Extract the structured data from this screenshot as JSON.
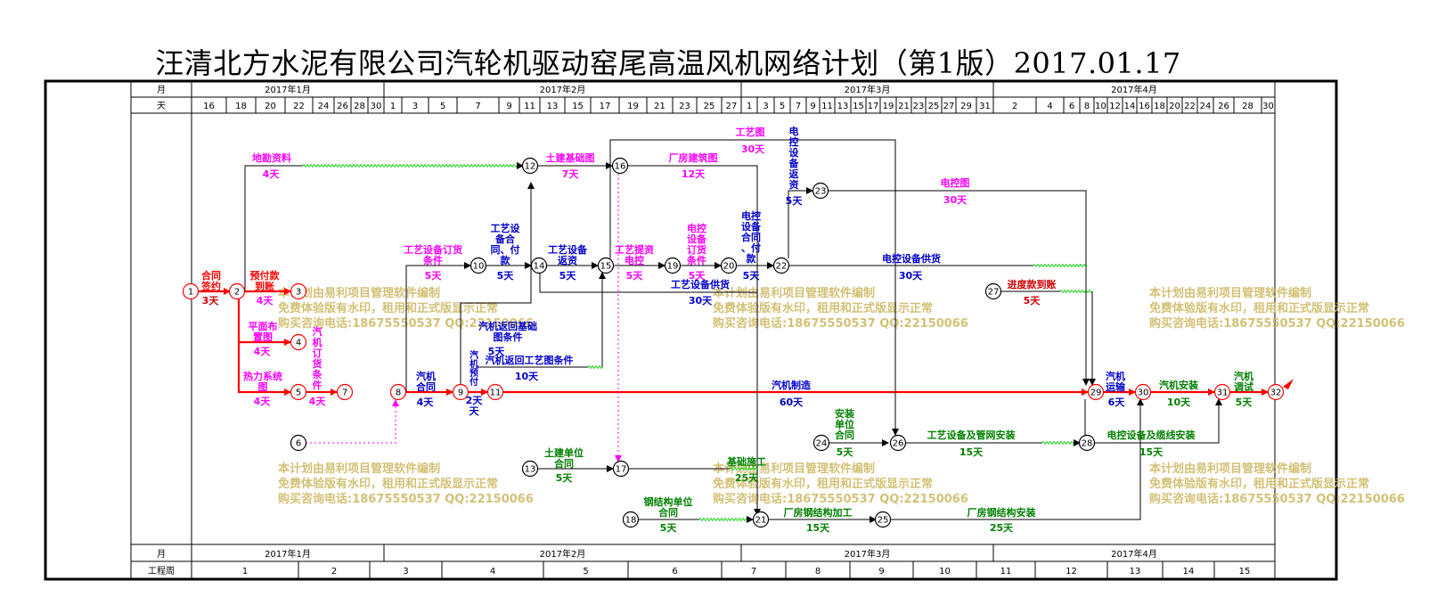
{
  "title": "汪清北方水泥有限公司汽轮机驱动窑尾高温风机网络计划（第1版）2017.01.17",
  "colors": {
    "critical": "#ff0000",
    "blue": "#0000cc",
    "magenta": "#ff00ff",
    "green": "#008000",
    "wavy": "#00cc00",
    "darkred": "#cc0000",
    "watermark": "#cbb65e"
  },
  "header": {
    "month_label": "月",
    "day_label": "天",
    "months": [
      "2017年1月",
      "2017年2月",
      "2017年3月",
      "2017年4月"
    ],
    "days": [
      "16",
      "18",
      "20",
      "22",
      "24",
      "26",
      "28",
      "30",
      "1",
      "3",
      "5",
      "7",
      "9",
      "11",
      "13",
      "15",
      "17",
      "19",
      "21",
      "23",
      "25",
      "27",
      "1",
      "3",
      "5",
      "7",
      "9",
      "11",
      "13",
      "15",
      "17",
      "19",
      "21",
      "23",
      "25",
      "27",
      "29",
      "31",
      "2",
      "4",
      "6",
      "8",
      "10",
      "12",
      "14",
      "16",
      "18",
      "20",
      "22",
      "24",
      "26",
      "28",
      "30"
    ]
  },
  "footer": {
    "month_label": "月",
    "week_label": "工程周",
    "weeks": [
      "1",
      "2",
      "3",
      "4",
      "5",
      "6",
      "7",
      "8",
      "9",
      "10",
      "11",
      "12",
      "13",
      "14",
      "15"
    ]
  },
  "nodes": [
    "1",
    "2",
    "3",
    "4",
    "5",
    "6",
    "7",
    "8",
    "9",
    "10",
    "11",
    "12",
    "13",
    "14",
    "15",
    "16",
    "17",
    "18",
    "19",
    "20",
    "21",
    "22",
    "23",
    "24",
    "25",
    "26",
    "27",
    "28",
    "29",
    "30",
    "31",
    "32"
  ],
  "activities": [
    {
      "id": "a1",
      "name": "合同签约",
      "duration": "3天"
    },
    {
      "id": "a2",
      "name": "预付款到账",
      "duration": "4天"
    },
    {
      "id": "a3",
      "name": "平面布置图",
      "duration": "4天"
    },
    {
      "id": "a4",
      "name": "热力系统图",
      "duration": "4天"
    },
    {
      "id": "a5",
      "name": "汽机订货条件",
      "duration": "4天"
    },
    {
      "id": "a6",
      "name": "地勘资料",
      "duration": "4天"
    },
    {
      "id": "a7",
      "name": "工艺设备订货条件",
      "duration": "5天"
    },
    {
      "id": "a8",
      "name": "工艺设备合同、付款",
      "duration": "5天"
    },
    {
      "id": "a9",
      "name": "工艺设备返资",
      "duration": "5天"
    },
    {
      "id": "a10",
      "name": "土建基础图",
      "duration": "7天"
    },
    {
      "id": "a11",
      "name": "厂房建筑图",
      "duration": "12天"
    },
    {
      "id": "a12",
      "name": "工艺提资电控",
      "duration": "5天"
    },
    {
      "id": "a13",
      "name": "电控设备订货条件",
      "duration": "5天"
    },
    {
      "id": "a14",
      "name": "电控设备合同、付款",
      "duration": "5天"
    },
    {
      "id": "a15",
      "name": "工艺设备供货",
      "duration": "30天"
    },
    {
      "id": "a16",
      "name": "工艺图",
      "duration": "30天"
    },
    {
      "id": "a17",
      "name": "电控设备返资",
      "duration": "5天"
    },
    {
      "id": "a18",
      "name": "电控图",
      "duration": "30天"
    },
    {
      "id": "a19",
      "name": "电控设备供货",
      "duration": "30天"
    },
    {
      "id": "a20",
      "name": "进度款到账",
      "duration": "5天"
    },
    {
      "id": "a21",
      "name": "汽机合同",
      "duration": "4天"
    },
    {
      "id": "a22",
      "name": "汽机返回基础图条件",
      "duration": "5天"
    },
    {
      "id": "a23",
      "name": "汽机预付",
      "duration": "2天"
    },
    {
      "id": "a24",
      "name": "汽机返回工艺图条件",
      "duration": "10天"
    },
    {
      "id": "a25",
      "name": "汽机制造",
      "duration": "60天"
    },
    {
      "id": "a26",
      "name": "汽机运输",
      "duration": "6天"
    },
    {
      "id": "a27",
      "name": "汽机安装",
      "duration": "10天"
    },
    {
      "id": "a28",
      "name": "汽机调试",
      "duration": "5天"
    },
    {
      "id": "a29",
      "name": "安装单位合同",
      "duration": "5天"
    },
    {
      "id": "a30",
      "name": "工艺设备及管网安装",
      "duration": "15天"
    },
    {
      "id": "a31",
      "name": "电控设备及缆线安装",
      "duration": "15天"
    },
    {
      "id": "a32",
      "name": "土建单位合同",
      "duration": "5天"
    },
    {
      "id": "a33",
      "name": "基础施工",
      "duration": "25天"
    },
    {
      "id": "a34",
      "name": "钢结构单位合同",
      "duration": "5天"
    },
    {
      "id": "a35",
      "name": "厂房钢结构加工",
      "duration": "15天"
    },
    {
      "id": "a36",
      "name": "厂房钢结构安装",
      "duration": "25天"
    }
  ],
  "watermark": {
    "line1": "本计划由易利项目管理软件编制",
    "line2": "免费体验版有水印，租用和正式版显示正常",
    "line3": "购买咨询电话:18675550537 QQ:22150066"
  }
}
